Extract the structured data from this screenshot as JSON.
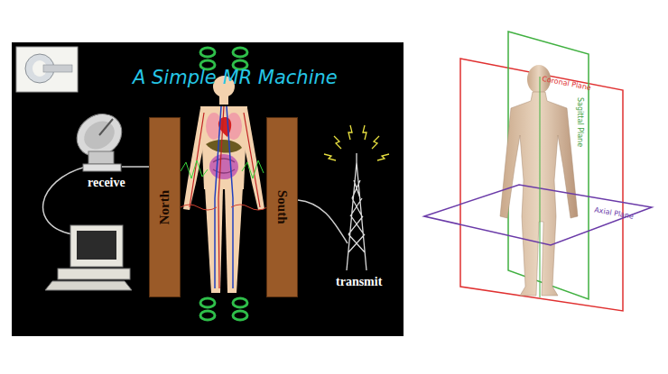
{
  "diagram": {
    "title": "A Simple MR Machine",
    "nodes": [
      {
        "text": [
          "North"
        ]
      },
      {
        "text": [
          "South"
        ]
      }
    ],
    "labels": [
      "receive",
      "transmit",
      "Coronal Plane",
      "Sagittal Plane",
      "Axial Plane"
    ]
  }
}
